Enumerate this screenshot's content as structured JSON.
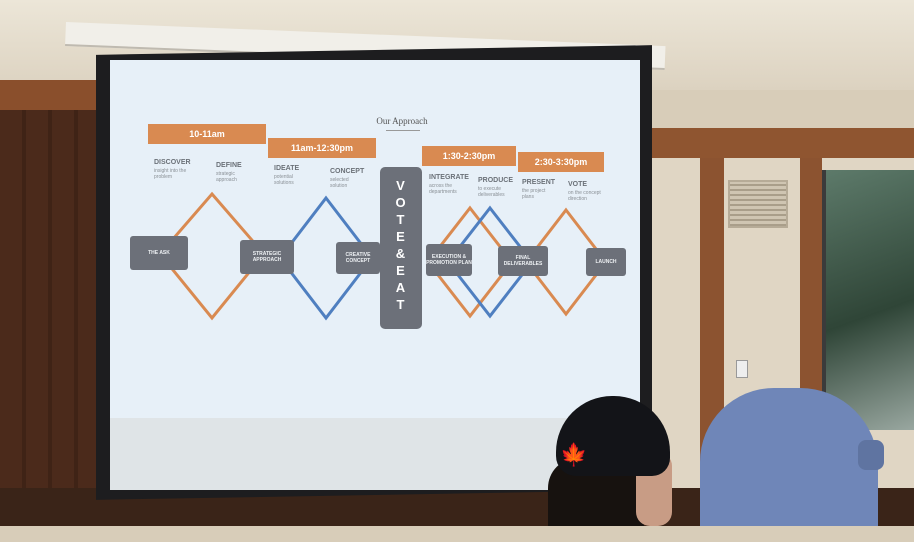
{
  "slide": {
    "title": "Our Approach",
    "time_slots": [
      "10-11am",
      "11am-12:30pm",
      "1:30-2:30pm",
      "2:30-3:30pm"
    ],
    "steps": [
      {
        "label": "DISCOVER",
        "desc": "insight into the problem"
      },
      {
        "label": "DEFINE",
        "desc": "strategic approach"
      },
      {
        "label": "IDEATE",
        "desc": "potential solutions"
      },
      {
        "label": "CONCEPT",
        "desc": "selected solution"
      },
      {
        "label": "INTEGRATE",
        "desc": "across the departments"
      },
      {
        "label": "PRODUCE",
        "desc": "to execute deliverables"
      },
      {
        "label": "PRESENT",
        "desc": "the project plans"
      },
      {
        "label": "VOTE",
        "desc": "on the concept direction"
      }
    ],
    "boxes": [
      "THE ASK",
      "STRATEGIC APPROACH",
      "CREATIVE CONCEPT",
      "EXECUTION & PROMOTION PLAN",
      "FINAL DELIVERABLES",
      "LAUNCH"
    ],
    "vote_label": "VOTE&EAT",
    "colors": {
      "orange": "#d98a51",
      "blue": "#4f7fc0",
      "box": "#6c7079"
    }
  }
}
